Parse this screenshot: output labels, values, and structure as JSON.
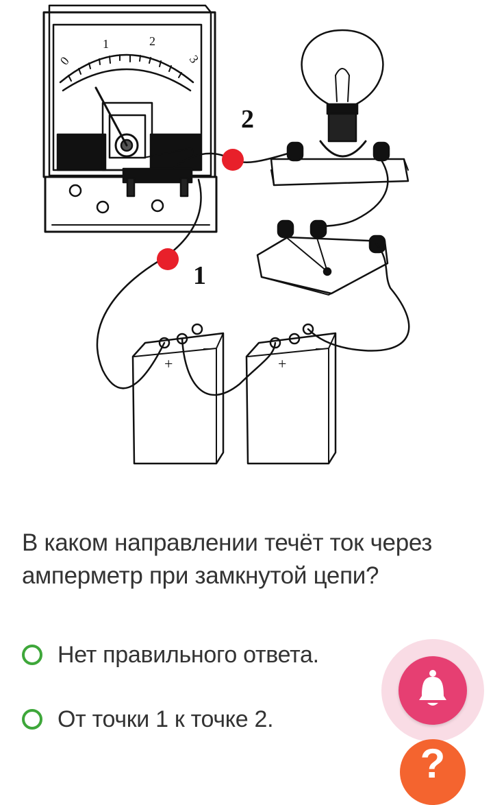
{
  "diagram": {
    "scale_labels": [
      "0",
      "1",
      "2",
      "3"
    ],
    "point_labels": {
      "point_1": "1",
      "point_2": "2"
    },
    "battery_plus": "+",
    "battery_minus": "−"
  },
  "question": {
    "text": "В каком направлении течёт ток через амперметр при замкнутой цепи?"
  },
  "options": [
    {
      "label": "Нет правильного ответа."
    },
    {
      "label": "От точки 1 к точке 2."
    }
  ],
  "fab": {
    "bell": "bell-icon",
    "help_symbol": "?",
    "bell_color": "#e63f72",
    "help_color": "#f4642f"
  },
  "colors": {
    "radio": "#3ea73a",
    "point_marker": "#e8202a",
    "text": "#333333"
  }
}
